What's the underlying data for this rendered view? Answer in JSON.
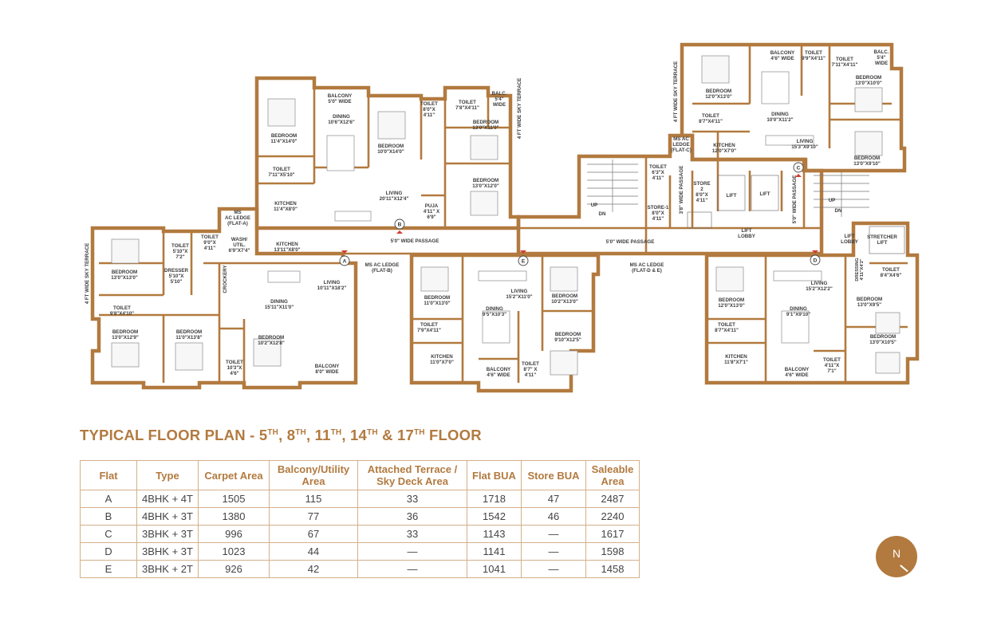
{
  "floor_plan": {
    "title_parts": [
      "TYPICAL FLOOR PLAN - 5",
      "TH",
      ", 8",
      "TH",
      ", 11",
      "TH",
      ", 14",
      "TH",
      " & 17",
      "TH",
      " FLOOR"
    ],
    "flat_markers": [
      "A",
      "B",
      "C",
      "D",
      "E"
    ],
    "labels": {
      "a_terrace": "4 FT WIDE SKY TERRACE",
      "a_bed1": [
        "BEDROOM",
        "13'0\"X13'0\""
      ],
      "a_toilet1": [
        "TOILET",
        "5'10\"X",
        "7'2\""
      ],
      "a_toilet2": [
        "TOILET",
        "9'0\"X",
        "4'11\""
      ],
      "a_dresser": [
        "DRESSER",
        "5'10\"X",
        "5'10\""
      ],
      "a_toilet3": [
        "TOILET",
        "9'8\"X4'10\""
      ],
      "a_bed2": [
        "BEDROOM",
        "13'0\"X12'9\""
      ],
      "a_bed3": [
        "BEDROOM",
        "11'0\"X13'8\""
      ],
      "a_toilet4": [
        "TOILET",
        "10'3\"X",
        "4'6\""
      ],
      "a_bed4": [
        "BEDROOM",
        "10'2\"X12'8\""
      ],
      "a_wash": [
        "WASH/",
        "UTIL.",
        "6'9\"X7'4\""
      ],
      "a_crockery": "CROCKERY",
      "a_kitchen": [
        "KITCHEN",
        "13'11\"X8'0\""
      ],
      "a_acledge": [
        "MS",
        "AC LEDGE",
        "(FLAT-A)"
      ],
      "a_dining": [
        "DINING",
        "15'11\"X11'0\""
      ],
      "a_living": [
        "LIVING",
        "10'11\"X18'2\""
      ],
      "a_balcony": [
        "BALCONY",
        "8'0\" WIDE"
      ],
      "b_bed1": [
        "BEDROOM",
        "11'4\"X14'0\""
      ],
      "b_balcony": [
        "BALCONY",
        "5'0\" WIDE"
      ],
      "b_dining": [
        "DINING",
        "10'6\"X12'6\""
      ],
      "b_bed2": [
        "BEDROOM",
        "10'0\"X14'0\""
      ],
      "b_toilet1": [
        "TOILET",
        "8'0\"X",
        "4'11\""
      ],
      "b_toilet2": [
        "TOILET",
        "7'8\"X4'11\""
      ],
      "b_balc": [
        "BALC.",
        "5'4\"",
        "WIDE"
      ],
      "b_terrace": "4 FT WIDE SKY TERRACE",
      "b_bed3": [
        "BEDROOM",
        "13'0\"X11'0\""
      ],
      "b_toilet3": [
        "TOILET",
        "7'11\"X5'10\""
      ],
      "b_living": [
        "LIVING",
        "20'11\"X12'4\""
      ],
      "b_bed4": [
        "BEDROOM",
        "13'0\"X12'0\""
      ],
      "b_kitchen": [
        "KITCHEN",
        "11'4\"X8'0\""
      ],
      "b_puja": [
        "PUJA",
        "4'11\" X",
        "6'9\""
      ],
      "b_acledge": [
        "MS AC LEDGE",
        "(FLAT-B)"
      ],
      "passage": "5'0\" WIDE PASSAGE",
      "up": "UP",
      "dn": "DN",
      "toilet_core": [
        "TOILET",
        "6'3\"X",
        "4'11\""
      ],
      "core_passage": "3'8\" WIDE PASSAGE",
      "store2": [
        "STORE",
        "2",
        "8'0\"X",
        "4'11\""
      ],
      "store1": [
        "STORE-1",
        "8'0\"X",
        "4'11\""
      ],
      "lift": "LIFT",
      "lift_lobby": [
        "LIFT",
        "LOBBY"
      ],
      "c_passage": "5'0\" WIDE PASSAGE",
      "stretcher": [
        "STRETCHER",
        "LIFT"
      ],
      "lift_lobby_small": [
        "LIFT",
        "LOBBY"
      ],
      "de_acledge": [
        "MS AC LEDGE",
        "(FLAT-D & E)"
      ],
      "c_terrace": "4 FT WIDE SKY TERRACE",
      "c_bed1": [
        "BEDROOM",
        "12'0\"X13'0\""
      ],
      "c_balcony": [
        "BALCONY",
        "4'6\" WIDE"
      ],
      "c_toilet1": [
        "TOILET",
        "9'9\"X4'11\""
      ],
      "c_toilet2": [
        "TOILET",
        "7'11\"X4'11\""
      ],
      "c_balc": [
        "BALC.",
        "5'4\"",
        "WIDE"
      ],
      "c_bed2": [
        "BEDROOM",
        "13'0\"X10'0\""
      ],
      "c_dining": [
        "DINING",
        "10'0\"X11'2\""
      ],
      "c_toilet3": [
        "TOILET",
        "8'7\"X4'11\""
      ],
      "c_acledge": [
        "MS AC",
        "LEDGE",
        "(FLAT-C)"
      ],
      "c_kitchen": [
        "KITCHEN",
        "12'0\"X7'0\""
      ],
      "c_living": [
        "LIVING",
        "15'3\"X9'10\""
      ],
      "c_bed3": [
        "BEDROOM",
        "13'0\"X9'10\""
      ],
      "e_bed1": [
        "BEDROOM",
        "11'0\"X13'0\""
      ],
      "e_living": [
        "LIVING",
        "15'2\"X11'0\""
      ],
      "e_bed2": [
        "BEDROOM",
        "10'2\"X13'0\""
      ],
      "e_dining": [
        "DINING",
        "9'5\"X10'3\""
      ],
      "e_toilet1": [
        "TOILET",
        "7'9\"X4'11\""
      ],
      "e_bed3": [
        "BEDROOM",
        "9'10\"X12'5\""
      ],
      "e_kitchen": [
        "KITCHEN",
        "11'0\"X7'0\""
      ],
      "e_toilet2": [
        "TOILET",
        "8'7\" X",
        "4'11\""
      ],
      "e_balcony": [
        "BALCONY",
        "4'6\" WIDE"
      ],
      "d_bed1": [
        "BEDROOM",
        "12'0\"X13'0\""
      ],
      "d_living": [
        "LIVING",
        "15'2\"X12'2\""
      ],
      "d_dressing": [
        "DRESSING",
        "4'11\"X4'2\""
      ],
      "d_toilet1": [
        "TOILET",
        "8'4\"X4'6\""
      ],
      "d_dining": [
        "DINING",
        "9'1\"X9'10\""
      ],
      "d_bed2": [
        "BEDROOM",
        "13'0\"X9'5\""
      ],
      "d_toilet2": [
        "TOILET",
        "8'7\"X4'11\""
      ],
      "d_kitchen": [
        "KITCHEN",
        "11'8\"X7'1\""
      ],
      "d_bed3": [
        "BEDROOM",
        "13'0\"X10'5\""
      ],
      "d_toilet3": [
        "TOILET",
        "4'11\"X",
        "7'1\""
      ],
      "d_balcony": [
        "BALCONY",
        "4'6\" WIDE"
      ]
    }
  },
  "area_table": {
    "headers": [
      "Flat",
      "Type",
      "Carpet Area",
      "Balcony/Utility Area",
      "Attached Terrace / Sky Deck Area",
      "Flat BUA",
      "Store BUA",
      "Saleable Area"
    ],
    "rows": [
      [
        "A",
        "4BHK + 4T",
        "1505",
        "115",
        "33",
        "1718",
        "47",
        "2487"
      ],
      [
        "B",
        "4BHK + 3T",
        "1380",
        "77",
        "36",
        "1542",
        "46",
        "2240"
      ],
      [
        "C",
        "3BHK + 3T",
        "996",
        "67",
        "33",
        "1143",
        "—",
        "1617"
      ],
      [
        "D",
        "3BHK + 3T",
        "1023",
        "44",
        "—",
        "1141",
        "—",
        "1598"
      ],
      [
        "E",
        "3BHK + 2T",
        "926",
        "42",
        "—",
        "1041",
        "—",
        "1458"
      ]
    ]
  },
  "compass": {
    "label": "N",
    "color": "#b27a3f"
  },
  "colors": {
    "accent": "#b27a3f",
    "marker_arrow": "#d63b2f"
  }
}
